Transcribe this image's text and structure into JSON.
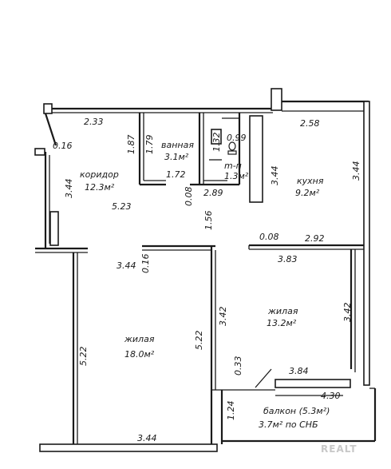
{
  "rooms": {
    "corridor": {
      "name": "коридор",
      "area": "12.3м²"
    },
    "bathroom": {
      "name": "ванная",
      "area": "3.1м²"
    },
    "toilet": {
      "name": "m-п",
      "area": "1.3м²"
    },
    "kitchen": {
      "name": "кухня",
      "area": "9.2м²"
    },
    "living_small": {
      "name": "жилая",
      "area": "13.2м²"
    },
    "living_large": {
      "name": "жилая",
      "area": "18.0м²"
    },
    "balcony": {
      "name": "балкон (5.3м²)",
      "note": "3.7м² по СНБ"
    }
  },
  "dimensions": {
    "corridor_top": "2.33",
    "corridor_diag": "0.16",
    "corridor_height": "3.44",
    "corridor_width": "5.23",
    "bath_left_outer": "1.87",
    "bath_left_inner": "1.79",
    "bath_width": "1.72",
    "toilet_height": "1.32",
    "toilet_width": "0.99",
    "toilet_gap": "0.08",
    "toilet_bottom": "2.89",
    "kitchen_top": "2.58",
    "kitchen_left": "3.44",
    "kitchen_right": "3.44",
    "kitchen_gap": "0.08",
    "kitchen_bottom": "2.92",
    "living_small_top": "3.83",
    "living_small_left": "3.42",
    "living_small_right": "3.42",
    "living_small_bottom": "3.84",
    "hall_height": "1.56",
    "living_large_top": "3.44",
    "living_large_gap": "0.16",
    "living_large_left": "5.22",
    "living_large_right": "5.22",
    "living_large_bottom": "3.44",
    "balcony_gap": "0.33",
    "balcony_width": "4.30",
    "balcony_height": "1.24"
  },
  "watermark": "REALT"
}
